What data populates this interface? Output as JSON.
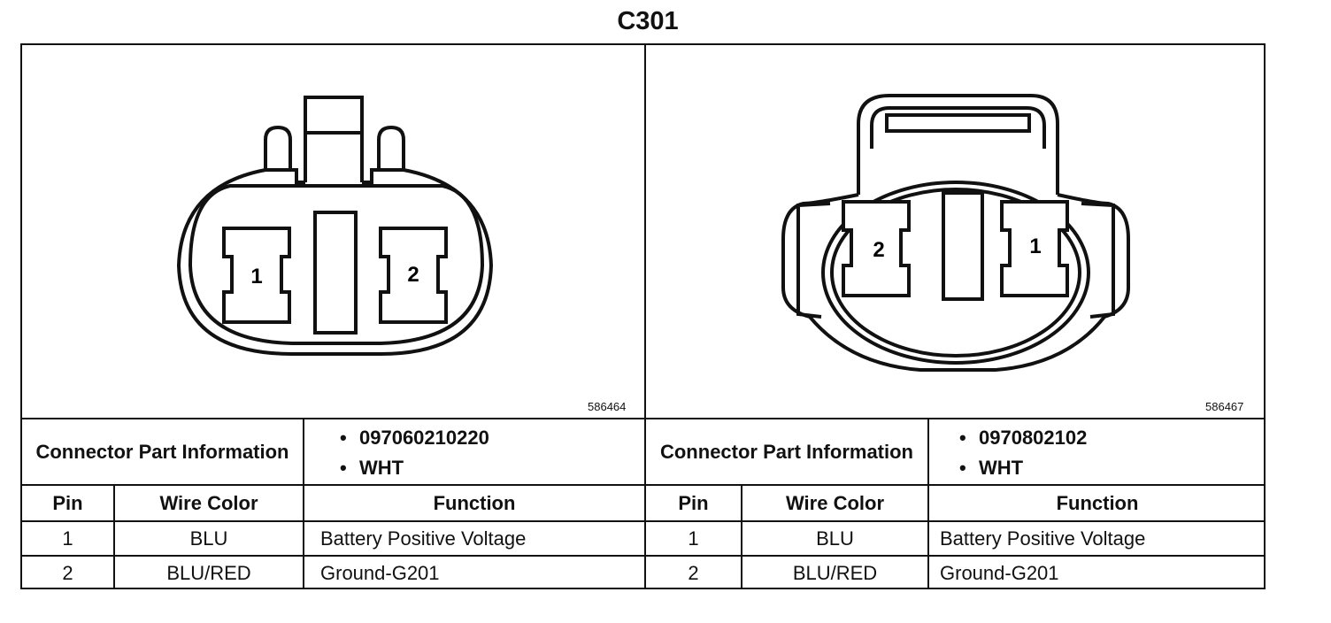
{
  "title": "C301",
  "left_connector": {
    "image_id": "586464",
    "part_info_label": "Connector Part Information",
    "part_number": "097060210220",
    "color": "WHT",
    "pin_labels": [
      "1",
      "2"
    ],
    "headers": {
      "pin": "Pin",
      "wire_color": "Wire Color",
      "function": "Function"
    },
    "rows": [
      {
        "pin": "1",
        "wire_color": "BLU",
        "function": "Battery Positive Voltage"
      },
      {
        "pin": "2",
        "wire_color": "BLU/RED",
        "function": "Ground-G201"
      }
    ]
  },
  "right_connector": {
    "image_id": "586467",
    "part_info_label": "Connector Part Information",
    "part_number": "0970802102",
    "color": "WHT",
    "pin_labels": [
      "2",
      "1"
    ],
    "headers": {
      "pin": "Pin",
      "wire_color": "Wire Color",
      "function": "Function"
    },
    "rows": [
      {
        "pin": "1",
        "wire_color": "BLU",
        "function": "Battery Positive Voltage"
      },
      {
        "pin": "2",
        "wire_color": "BLU/RED",
        "function": "Ground-G201"
      }
    ]
  }
}
